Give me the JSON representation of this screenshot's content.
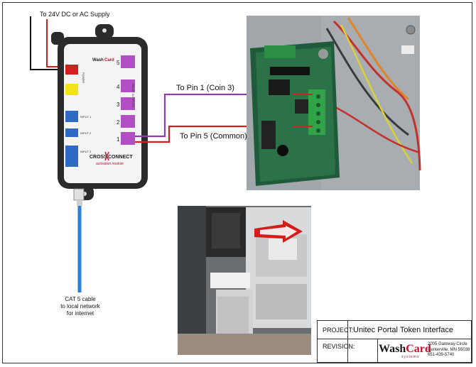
{
  "labels": {
    "supply": "To 24V DC or AC Supply",
    "pin1": "To Pin 1 (Coin 3)",
    "pin5": "To Pin 5 (Common)",
    "cat5": [
      "CAT 5 cable",
      "to local network",
      "for internet"
    ]
  },
  "module": {
    "brand_wash": "Wash",
    "brand_card": "Card",
    "cross": "CROSS",
    "connect": "CONNECT",
    "subtitle": "activation module",
    "relay_numbers": [
      "5",
      "4",
      "3",
      "2",
      "1"
    ],
    "relay_outputs_label": "RELAY OUTPUTS",
    "power_label": "POWER",
    "input_labels": [
      "INPUT 1",
      "INPUT 2",
      "INPUT 3"
    ]
  },
  "title_block": {
    "project_label": "PROJECT:",
    "project_value": "Unitec Portal Token Interface",
    "revision_label": "REVISION:",
    "logo_wash": "Wash",
    "logo_card": "Card",
    "logo_sub": "systems",
    "address": [
      "2005 Gateway Circle",
      "Centerville, MN 55038",
      "651-439-5740"
    ]
  },
  "colors": {
    "wire_purple": "#8a3fa8",
    "wire_red": "#d22020",
    "cable_blue": "#2a7fd6",
    "module_body": "#2b2b2b",
    "arrow_red": "#d61b1b",
    "brand_red": "#c8102e"
  }
}
